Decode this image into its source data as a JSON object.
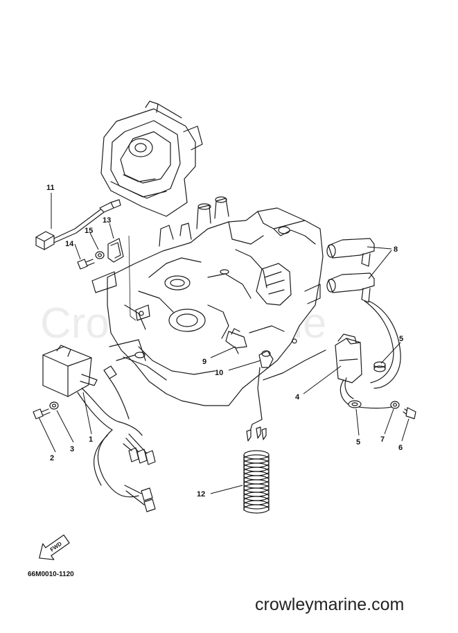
{
  "diagram": {
    "callouts": [
      {
        "id": "c1",
        "label": "1"
      },
      {
        "id": "c2",
        "label": "2"
      },
      {
        "id": "c3",
        "label": "3"
      },
      {
        "id": "c4",
        "label": "4"
      },
      {
        "id": "c5a",
        "label": "5"
      },
      {
        "id": "c5b",
        "label": "5"
      },
      {
        "id": "c6",
        "label": "6"
      },
      {
        "id": "c7",
        "label": "7"
      },
      {
        "id": "c8",
        "label": "8"
      },
      {
        "id": "c9",
        "label": "9"
      },
      {
        "id": "c10",
        "label": "10"
      },
      {
        "id": "c11",
        "label": "11"
      },
      {
        "id": "c12",
        "label": "12"
      },
      {
        "id": "c13",
        "label": "13"
      },
      {
        "id": "c14",
        "label": "14"
      },
      {
        "id": "c15",
        "label": "15"
      }
    ],
    "part_code": "66M0010-1120",
    "fwd_label": "FWD",
    "watermark": "Crowleymarine",
    "footer_site": "crowleymarine.com"
  }
}
